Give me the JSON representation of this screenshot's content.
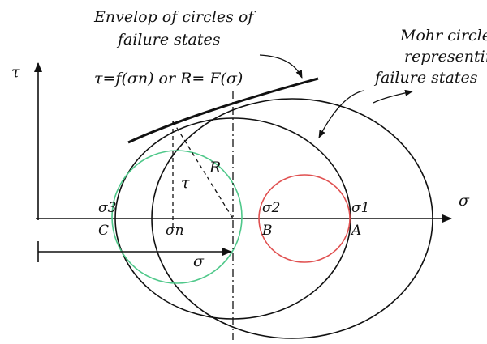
{
  "annotations": {
    "envelope_line1": "Envelop of circles of",
    "envelope_line2": "failure states",
    "mohr_line1": "Mohr circles",
    "mohr_line2": "representing",
    "mohr_line3": "failure states",
    "equation": "τ=f(σn) or R= F(σ)"
  },
  "axes": {
    "tau": "τ",
    "sigma": "σ"
  },
  "points": {
    "sigma3": "σ3",
    "sigma2": "σ2",
    "sigma1": "σ1",
    "C": "C",
    "B": "B",
    "A": "A",
    "sigma_n": "σn",
    "tau_seg": "τ",
    "R_seg": "R",
    "sigma_arrow": "σ"
  },
  "colors": {
    "line": "#111111",
    "small_circle": "#e05050",
    "middle_circle": "#4fc88a"
  }
}
